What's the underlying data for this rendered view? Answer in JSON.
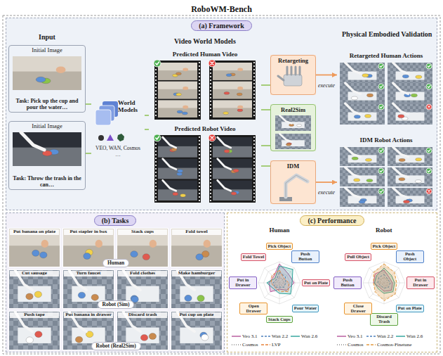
{
  "diagram": {
    "title": "RoboWM-Bench",
    "nodes": [
      {
        "text": [
          "(a) Framework"
        ]
      },
      {
        "text": [
          "Initial Image",
          "Task: Pick up the cup and pour the water…"
        ],
        "in": 0
      },
      {
        "text": [
          "Initial Image",
          "Task: Throw the trash in the can…"
        ],
        "in": 0
      },
      {
        "text": [
          "World Models",
          "VEO, WAN, Cosmos …"
        ],
        "in": 0
      },
      {
        "text": [
          "Predicted Human Video"
        ],
        "in": 0
      },
      {
        "text": [
          "Predicted Robot Video"
        ],
        "in": 0
      },
      {
        "text": [
          "Retargeting"
        ],
        "in": 0
      },
      {
        "text": [
          "Real2Sim"
        ],
        "in": 0
      },
      {
        "text": [
          "IDM"
        ],
        "in": 0
      },
      {
        "text": [
          "Retargeted Human Actions"
        ],
        "in": 0
      },
      {
        "text": [
          "IDM Robot Actions"
        ],
        "in": 0
      },
      {
        "text": [
          "(b) Tasks"
        ]
      },
      {
        "text": [
          "Put banana on plate"
        ],
        "in": 11
      },
      {
        "text": [
          "Put stapler in box"
        ],
        "in": 11
      },
      {
        "text": [
          "Stack cups"
        ],
        "in": 11
      },
      {
        "text": [
          "Fold towel"
        ],
        "in": 11
      },
      {
        "text": [
          "Human"
        ],
        "in": 11
      },
      {
        "text": [
          "Cut sausage"
        ],
        "in": 11
      },
      {
        "text": [
          "Turn faucet"
        ],
        "in": 11
      },
      {
        "text": [
          "Fold clothes"
        ],
        "in": 11
      },
      {
        "text": [
          "Make hamburger"
        ],
        "in": 11
      },
      {
        "text": [
          "Robot (Sim)"
        ],
        "in": 11
      },
      {
        "text": [
          "Push tape"
        ],
        "in": 11
      },
      {
        "text": [
          "Put banana in drawer"
        ],
        "in": 11
      },
      {
        "text": [
          "Discard trash"
        ],
        "in": 11
      },
      {
        "text": [
          "Put cup on plate"
        ],
        "in": 11
      },
      {
        "text": [
          "Robot (Real2Sim)"
        ],
        "in": 11
      },
      {
        "text": [
          "(c) Performance"
        ]
      },
      {
        "text": [
          "Pick Object"
        ],
        "in": 27
      },
      {
        "text": [
          "Push Button"
        ],
        "in": 27
      },
      {
        "text": [
          "Put on Plate"
        ],
        "in": 27
      },
      {
        "text": [
          "Pour Water"
        ],
        "in": 27
      },
      {
        "text": [
          "Stack Cups"
        ],
        "in": 27
      },
      {
        "text": [
          "Open Drawer"
        ],
        "in": 27
      },
      {
        "text": [
          "Put in Drawer"
        ],
        "in": 27
      },
      {
        "text": [
          "Fold Towel"
        ],
        "in": 27
      },
      {
        "text": [
          "Pick Object"
        ],
        "in": 27
      },
      {
        "text": [
          "Push Object"
        ],
        "in": 27
      },
      {
        "text": [
          "Put in Drawer"
        ],
        "in": 27
      },
      {
        "text": [
          "Put on Plate"
        ],
        "in": 27
      },
      {
        "text": [
          "Discard Trash"
        ],
        "in": 27
      },
      {
        "text": [
          "Close Drawer"
        ],
        "in": 27
      },
      {
        "text": [
          "Push Button"
        ],
        "in": 27
      },
      {
        "text": [
          "Pull Object"
        ],
        "in": 27
      }
    ],
    "edges": [
      {
        "from": 1,
        "to": 3,
        "arrow": "none"
      },
      {
        "from": 2,
        "to": 3,
        "arrow": "none"
      },
      {
        "from": 3,
        "to": 4,
        "arrow": "none"
      },
      {
        "from": 3,
        "to": 5,
        "arrow": "none"
      },
      {
        "from": 4,
        "to": 6,
        "arrow": "none"
      },
      {
        "from": 4,
        "to": 7,
        "arrow": "none"
      },
      {
        "from": 5,
        "to": 7,
        "arrow": "none"
      },
      {
        "from": 5,
        "to": 8,
        "arrow": "none"
      },
      {
        "from": 6,
        "to": 9,
        "label": "execute",
        "arrow": "to"
      },
      {
        "from": 8,
        "to": 10,
        "label": "execute",
        "arrow": "to"
      }
    ],
    "labels": [
      "Input",
      "Video World Models",
      "Physical Embodied Validation",
      "Human",
      "Robot"
    ],
    "legend": [
      {
        "text": "Veo 3.1"
      },
      {
        "text": "Wan 2.2"
      },
      {
        "text": "Wan 2.6"
      },
      {
        "text": "Cosmos"
      },
      {
        "text": "LVP"
      },
      {
        "text": "Veo 3.1"
      },
      {
        "text": "Wan 2.2"
      },
      {
        "text": "Wan 2.6"
      },
      {
        "text": "Cosmos"
      },
      {
        "text": "Cosmos-Finetune"
      }
    ]
  }
}
